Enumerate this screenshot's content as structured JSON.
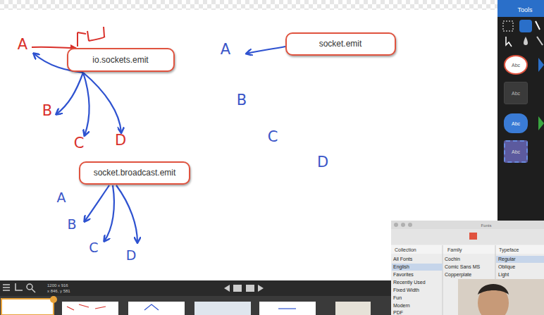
{
  "diagram": {
    "nodes": [
      {
        "text": [
          "io.sockets.emit"
        ]
      },
      {
        "text": [
          "socket.emit"
        ]
      },
      {
        "text": [
          "socket.broadcast.emit"
        ]
      },
      {
        "text": [
          "Abc"
        ]
      },
      {
        "text": [
          "Abc"
        ]
      },
      {
        "text": [
          "Abc"
        ]
      },
      {
        "text": [
          "Abc"
        ]
      }
    ],
    "labels": [
      "A",
      "B",
      "C",
      "D",
      "A",
      "B",
      "C",
      "D",
      "A",
      "B",
      "C",
      "D",
      "Tools",
      "Fonts",
      "Collection",
      "Family",
      "Typeface",
      "All Fonts",
      "English",
      "Favorites",
      "Recently Used",
      "Fixed Width",
      "Fun",
      "Modern",
      "PDF",
      "Cochin",
      "Comic Sans MS",
      "Copperplate",
      "Regular",
      "Oblique",
      "Light",
      "1200 x 916",
      "x 846, y 581"
    ]
  }
}
